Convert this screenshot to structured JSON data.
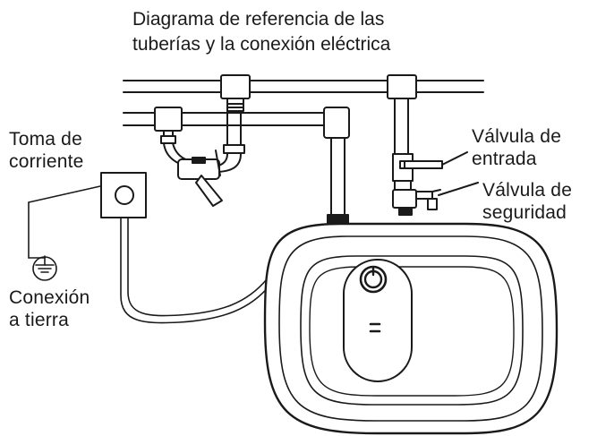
{
  "title": {
    "line1": "Diagrama de referencia de las",
    "line2": "tuberías y la conexión eléctrica"
  },
  "labels": {
    "outlet_line1": "Toma de",
    "outlet_line2": "corriente",
    "ground_line1": "Conexión",
    "ground_line2": "a tierra",
    "inlet_line1": "Válvula de",
    "inlet_line2": "entrada",
    "safety_line1": "Válvula de",
    "safety_line2": "seguridad"
  },
  "icons": [
    "ground-symbol-icon",
    "power-outlet-icon",
    "faucet-icon",
    "heater-knob-icon"
  ]
}
